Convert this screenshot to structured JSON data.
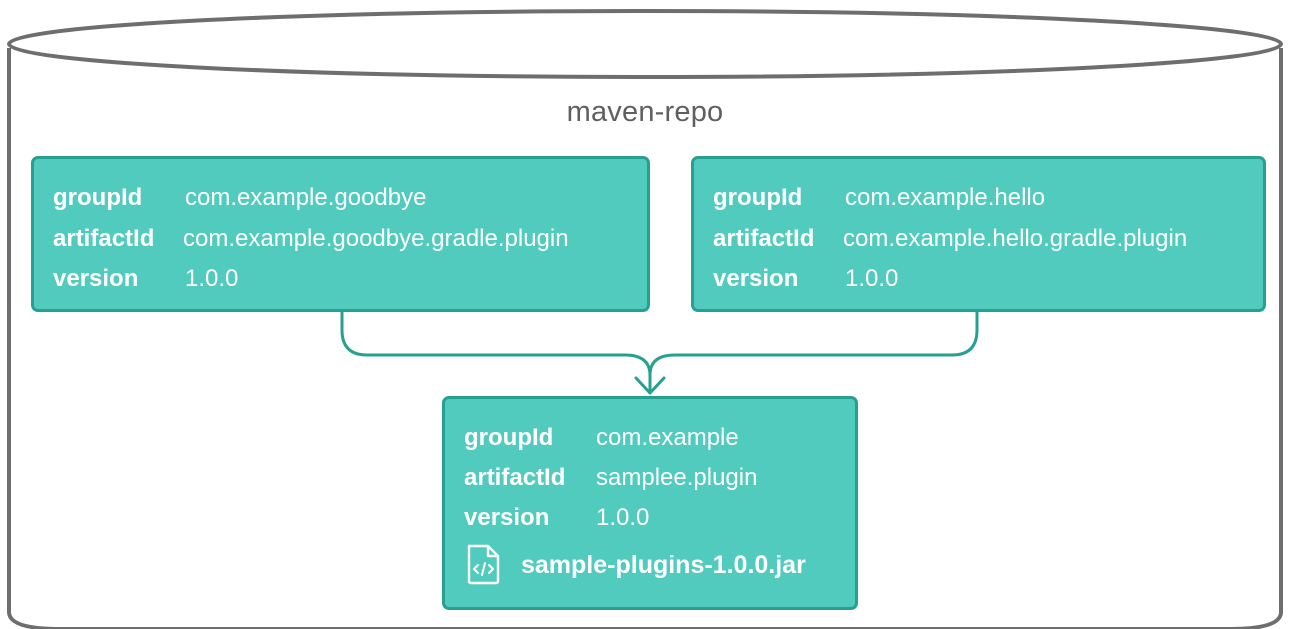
{
  "repository": {
    "title": "maven-repo"
  },
  "artifacts": [
    {
      "group_label": "groupId",
      "group_value": "com.example.goodbye",
      "artifact_label": "artifactId",
      "artifact_value": "com.example.goodbye.gradle.plugin",
      "version_label": "version",
      "version_value": "1.0.0"
    },
    {
      "group_label": "groupId",
      "group_value": "com.example.hello",
      "artifact_label": "artifactId",
      "artifact_value": "com.example.hello.gradle.plugin",
      "version_label": "version",
      "version_value": "1.0.0"
    },
    {
      "group_label": "groupId",
      "group_value": "com.example",
      "artifact_label": "artifactId",
      "artifact_value": "samplee.plugin",
      "version_label": "version",
      "version_value": "1.0.0",
      "jar_file": "sample-plugins-1.0.0.jar"
    }
  ],
  "colors": {
    "box_fill": "#52cbbf",
    "box_border": "#27a092",
    "connector": "#27a092",
    "cylinder_outline": "#6e6e6e",
    "title_text": "#5f5f5f"
  },
  "icons": {
    "jar_file": "code-file-icon"
  }
}
